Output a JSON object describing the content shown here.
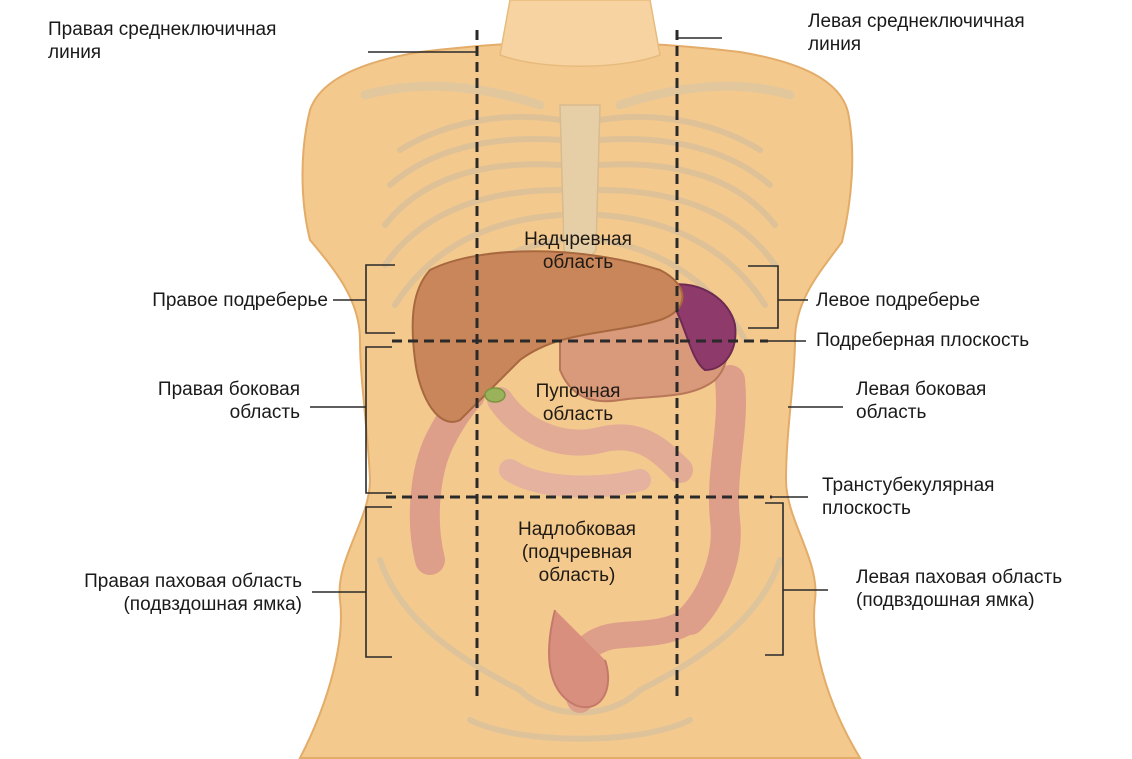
{
  "labels": {
    "right_midclavicular": [
      "Правая среднеключичная",
      "линия"
    ],
    "left_midclavicular": [
      "Левая среднеключичная",
      "линия"
    ],
    "epigastric": [
      "Надчревная",
      "область"
    ],
    "right_hypochondriac": "Правое подреберье",
    "left_hypochondriac": "Левое подреберье",
    "subcostal_plane": "Подреберная плоскость",
    "right_lumbar": [
      "Правая боковая",
      "область"
    ],
    "umbilical": [
      "Пупочная",
      "область"
    ],
    "left_lumbar": [
      "Левая боковая",
      "область"
    ],
    "transtubercular_plane": [
      "Транстубекулярная",
      "плоскость"
    ],
    "hypogastric": [
      "Надлобковая",
      "(подчревная",
      "область)"
    ],
    "right_iliac": [
      "Правая паховая область",
      "(подвздошная ямка)"
    ],
    "left_iliac": [
      "Левая паховая область",
      "(подвздошная ямка)"
    ]
  },
  "colors": {
    "skin": "#f3c98e",
    "skin_edge": "#e3ac68",
    "bone": "#e9d3ad",
    "liver": "#c9865a",
    "stomach": "#d89a7a",
    "spleen": "#8e3b6b",
    "intestine": "#dd9f8a",
    "gallbladder": "#9ab25a",
    "dashed": "#2a2a2a"
  }
}
